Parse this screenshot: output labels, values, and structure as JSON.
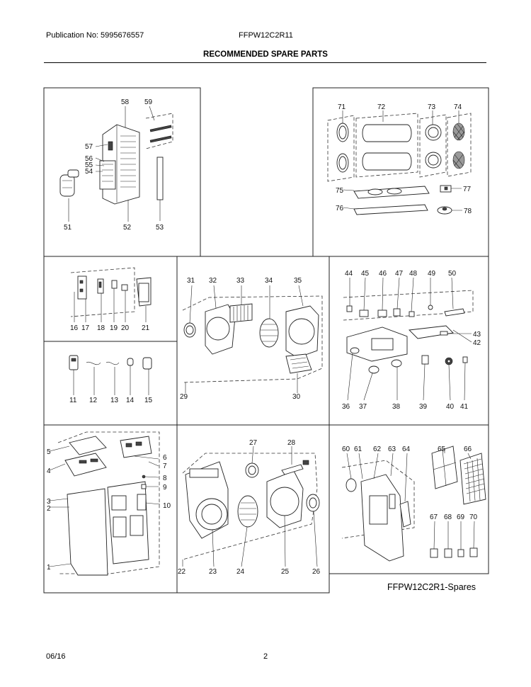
{
  "header": {
    "publication": "Publication No: 5995676557",
    "model": "FFPW12C2R11",
    "title": "RECOMMENDED SPARE PARTS"
  },
  "panels": {
    "compressor_coil": {
      "labels": [
        "58",
        "59",
        "57",
        "56",
        "55",
        "54",
        "51",
        "52",
        "53"
      ]
    },
    "ducts_filters": {
      "labels": [
        "71",
        "72",
        "73",
        "74",
        "75",
        "77",
        "76",
        "78"
      ]
    },
    "controls": {
      "labels": [
        "16",
        "17",
        "18",
        "19",
        "20",
        "21"
      ]
    },
    "remote_sensors": {
      "labels": [
        "11",
        "12",
        "13",
        "14",
        "15"
      ]
    },
    "upper_blower": {
      "labels": [
        "31",
        "32",
        "33",
        "34",
        "35",
        "29",
        "30"
      ]
    },
    "base_hardware": {
      "labels": [
        "44",
        "45",
        "46",
        "47",
        "48",
        "49",
        "50",
        "43",
        "42",
        "36",
        "37",
        "38",
        "39",
        "40",
        "41"
      ]
    },
    "front_cabinet": {
      "labels": [
        "5",
        "6",
        "4",
        "7",
        "8",
        "9",
        "3",
        "2",
        "10",
        "1"
      ]
    },
    "lower_blower": {
      "labels": [
        "27",
        "28",
        "22",
        "23",
        "24",
        "25",
        "26"
      ]
    },
    "rear_panel": {
      "labels": [
        "60",
        "61",
        "62",
        "63",
        "64",
        "65",
        "66",
        "67",
        "68",
        "69",
        "70"
      ]
    }
  },
  "diagram_caption": "FFPW12C2R1-Spares",
  "footer": {
    "date": "06/16",
    "page": "2"
  }
}
